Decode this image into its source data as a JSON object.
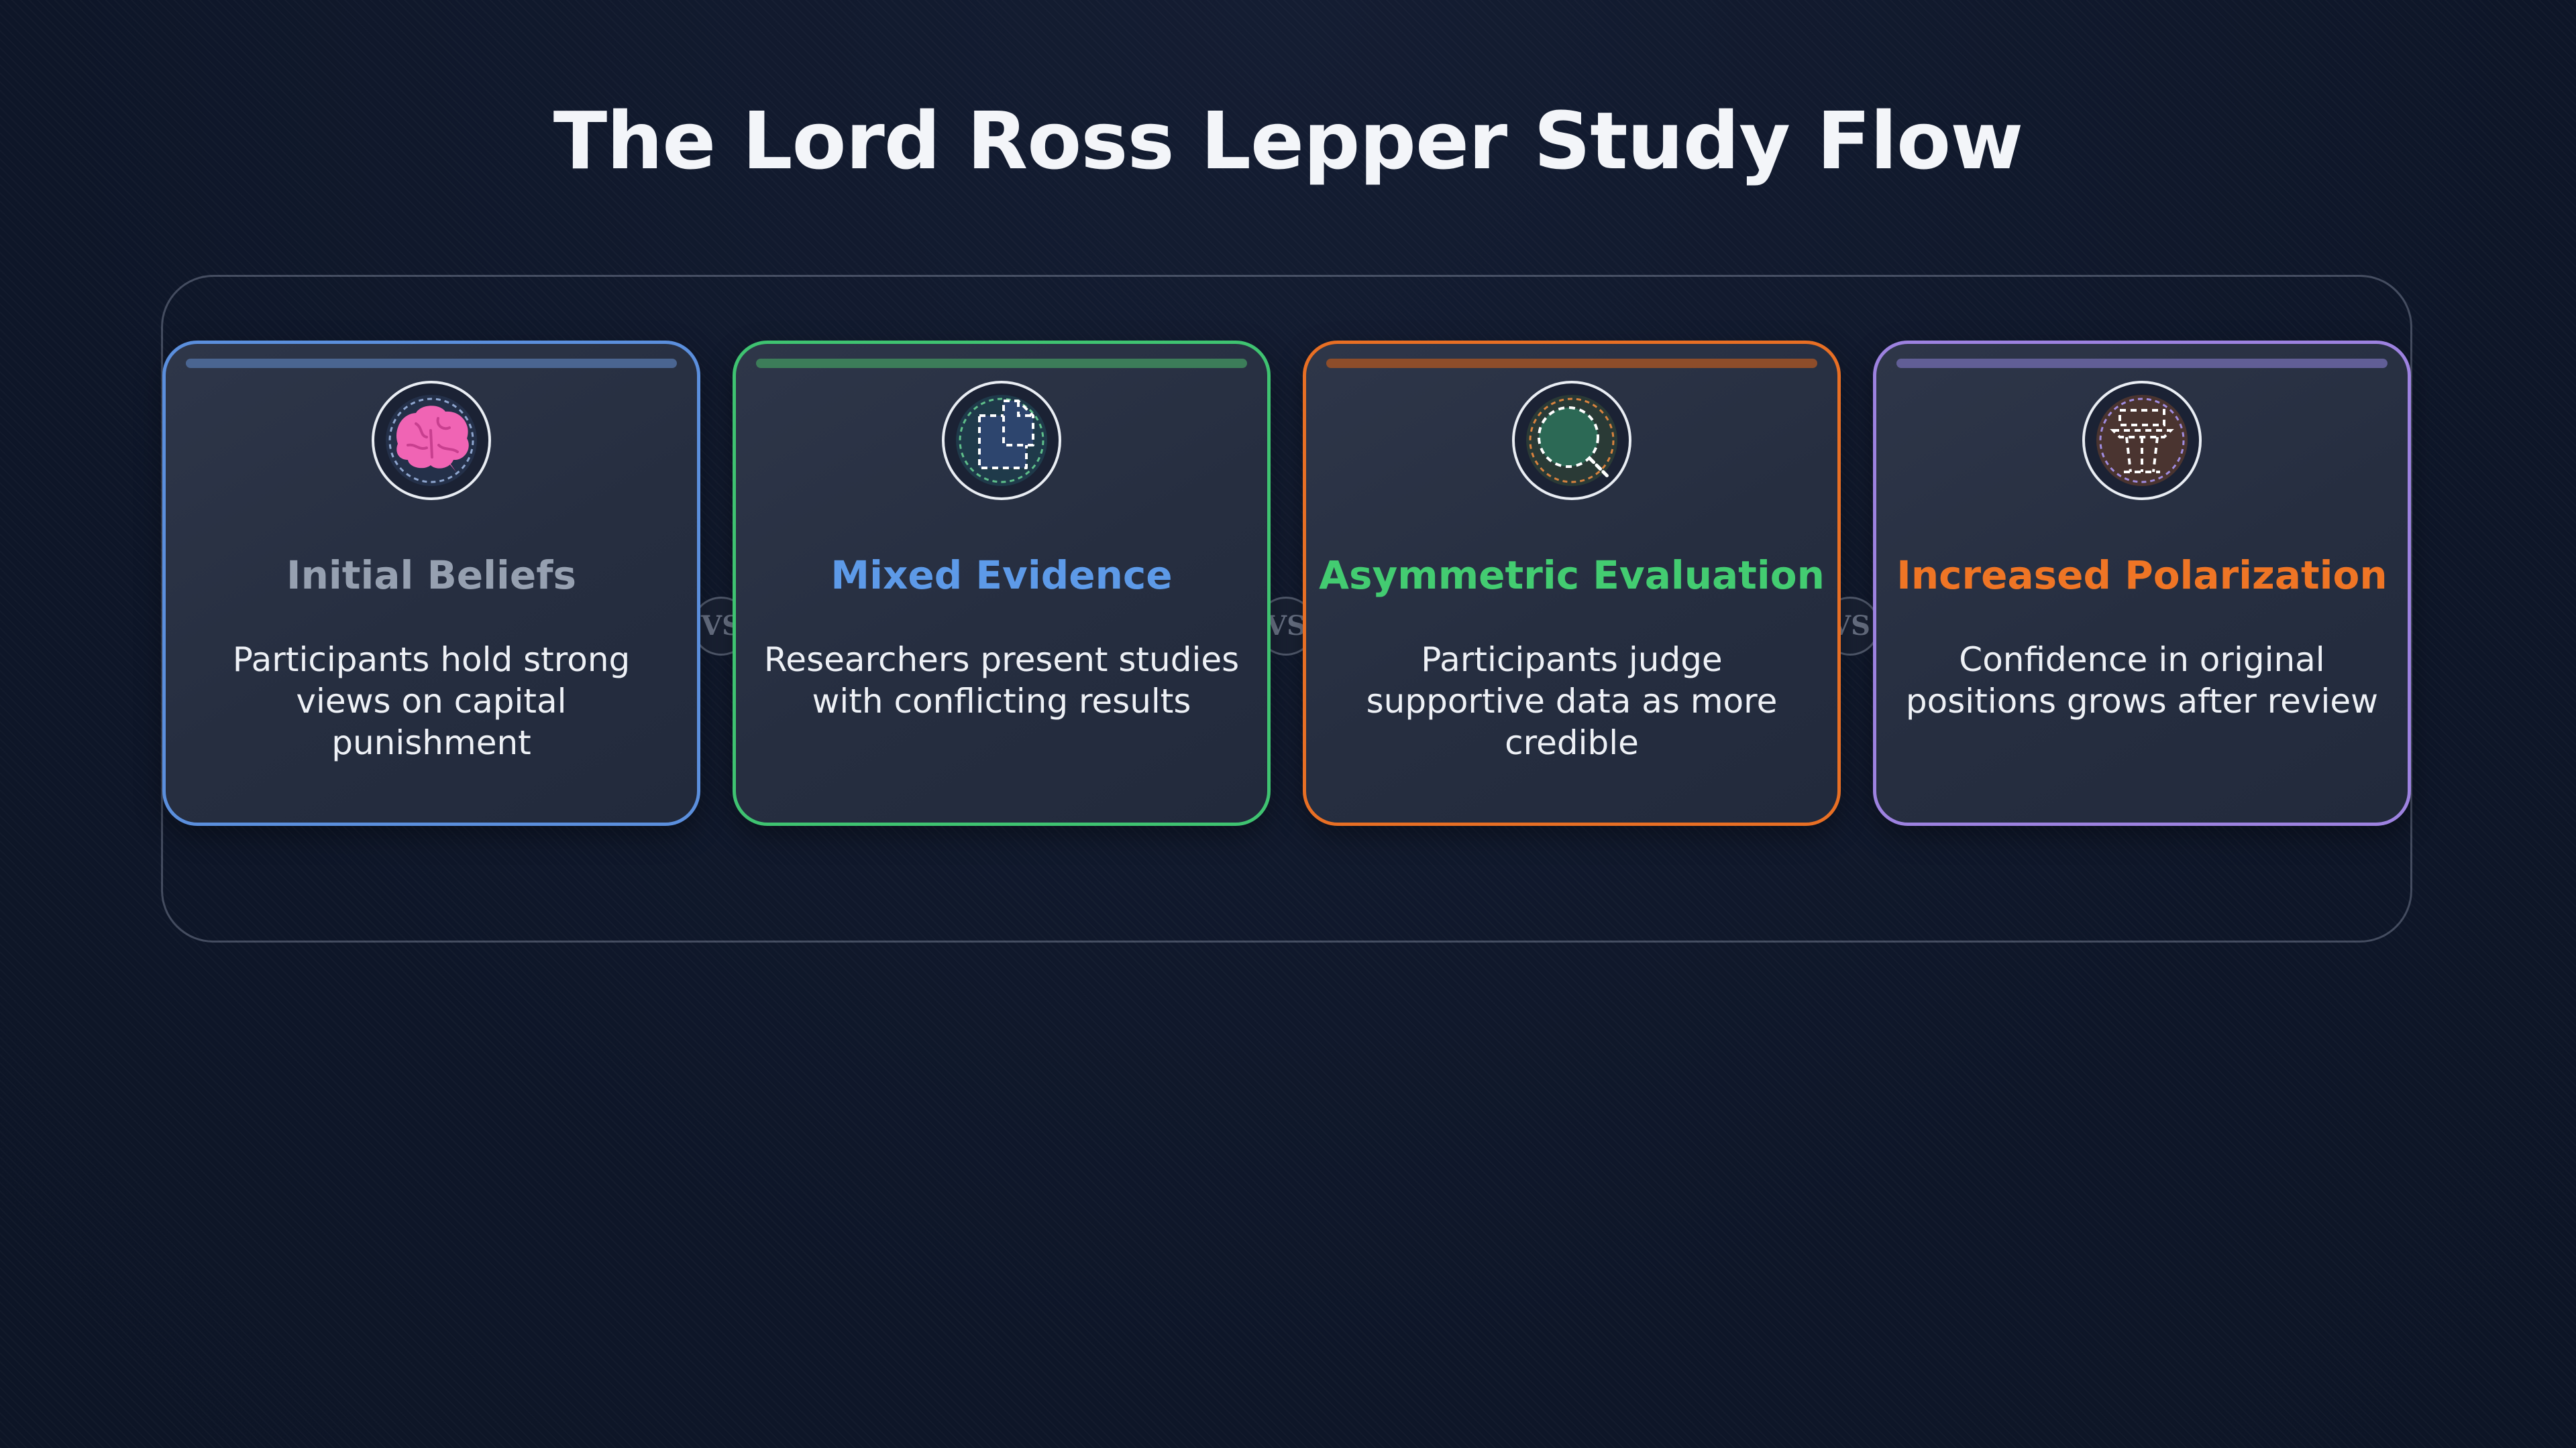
{
  "title": "The Lord Ross Lepper Study Flow",
  "steps": [
    {
      "title": "Initial Beliefs",
      "description": "Participants hold strong views on capital punishment",
      "icon": "brain-icon",
      "accent": "#5b8fdd",
      "title_color": "#96a0b0"
    },
    {
      "title": "Mixed Evidence",
      "description": "Researchers present studies with conflicting results",
      "icon": "document-icon",
      "accent": "#3fc371",
      "title_color": "#5d9ae8"
    },
    {
      "title": "Asymmetric Evaluation",
      "description": "Participants judge supportive data as more credible",
      "icon": "magnifier-icon",
      "accent": "#e86f24",
      "title_color": "#43cc71"
    },
    {
      "title": "Increased Polarization",
      "description": "Confidence in original positions grows after review",
      "icon": "podium-icon",
      "accent": "#9d82e0",
      "title_color": "#ef7525"
    }
  ],
  "connectors": [
    "VS",
    "VS",
    "VS"
  ]
}
